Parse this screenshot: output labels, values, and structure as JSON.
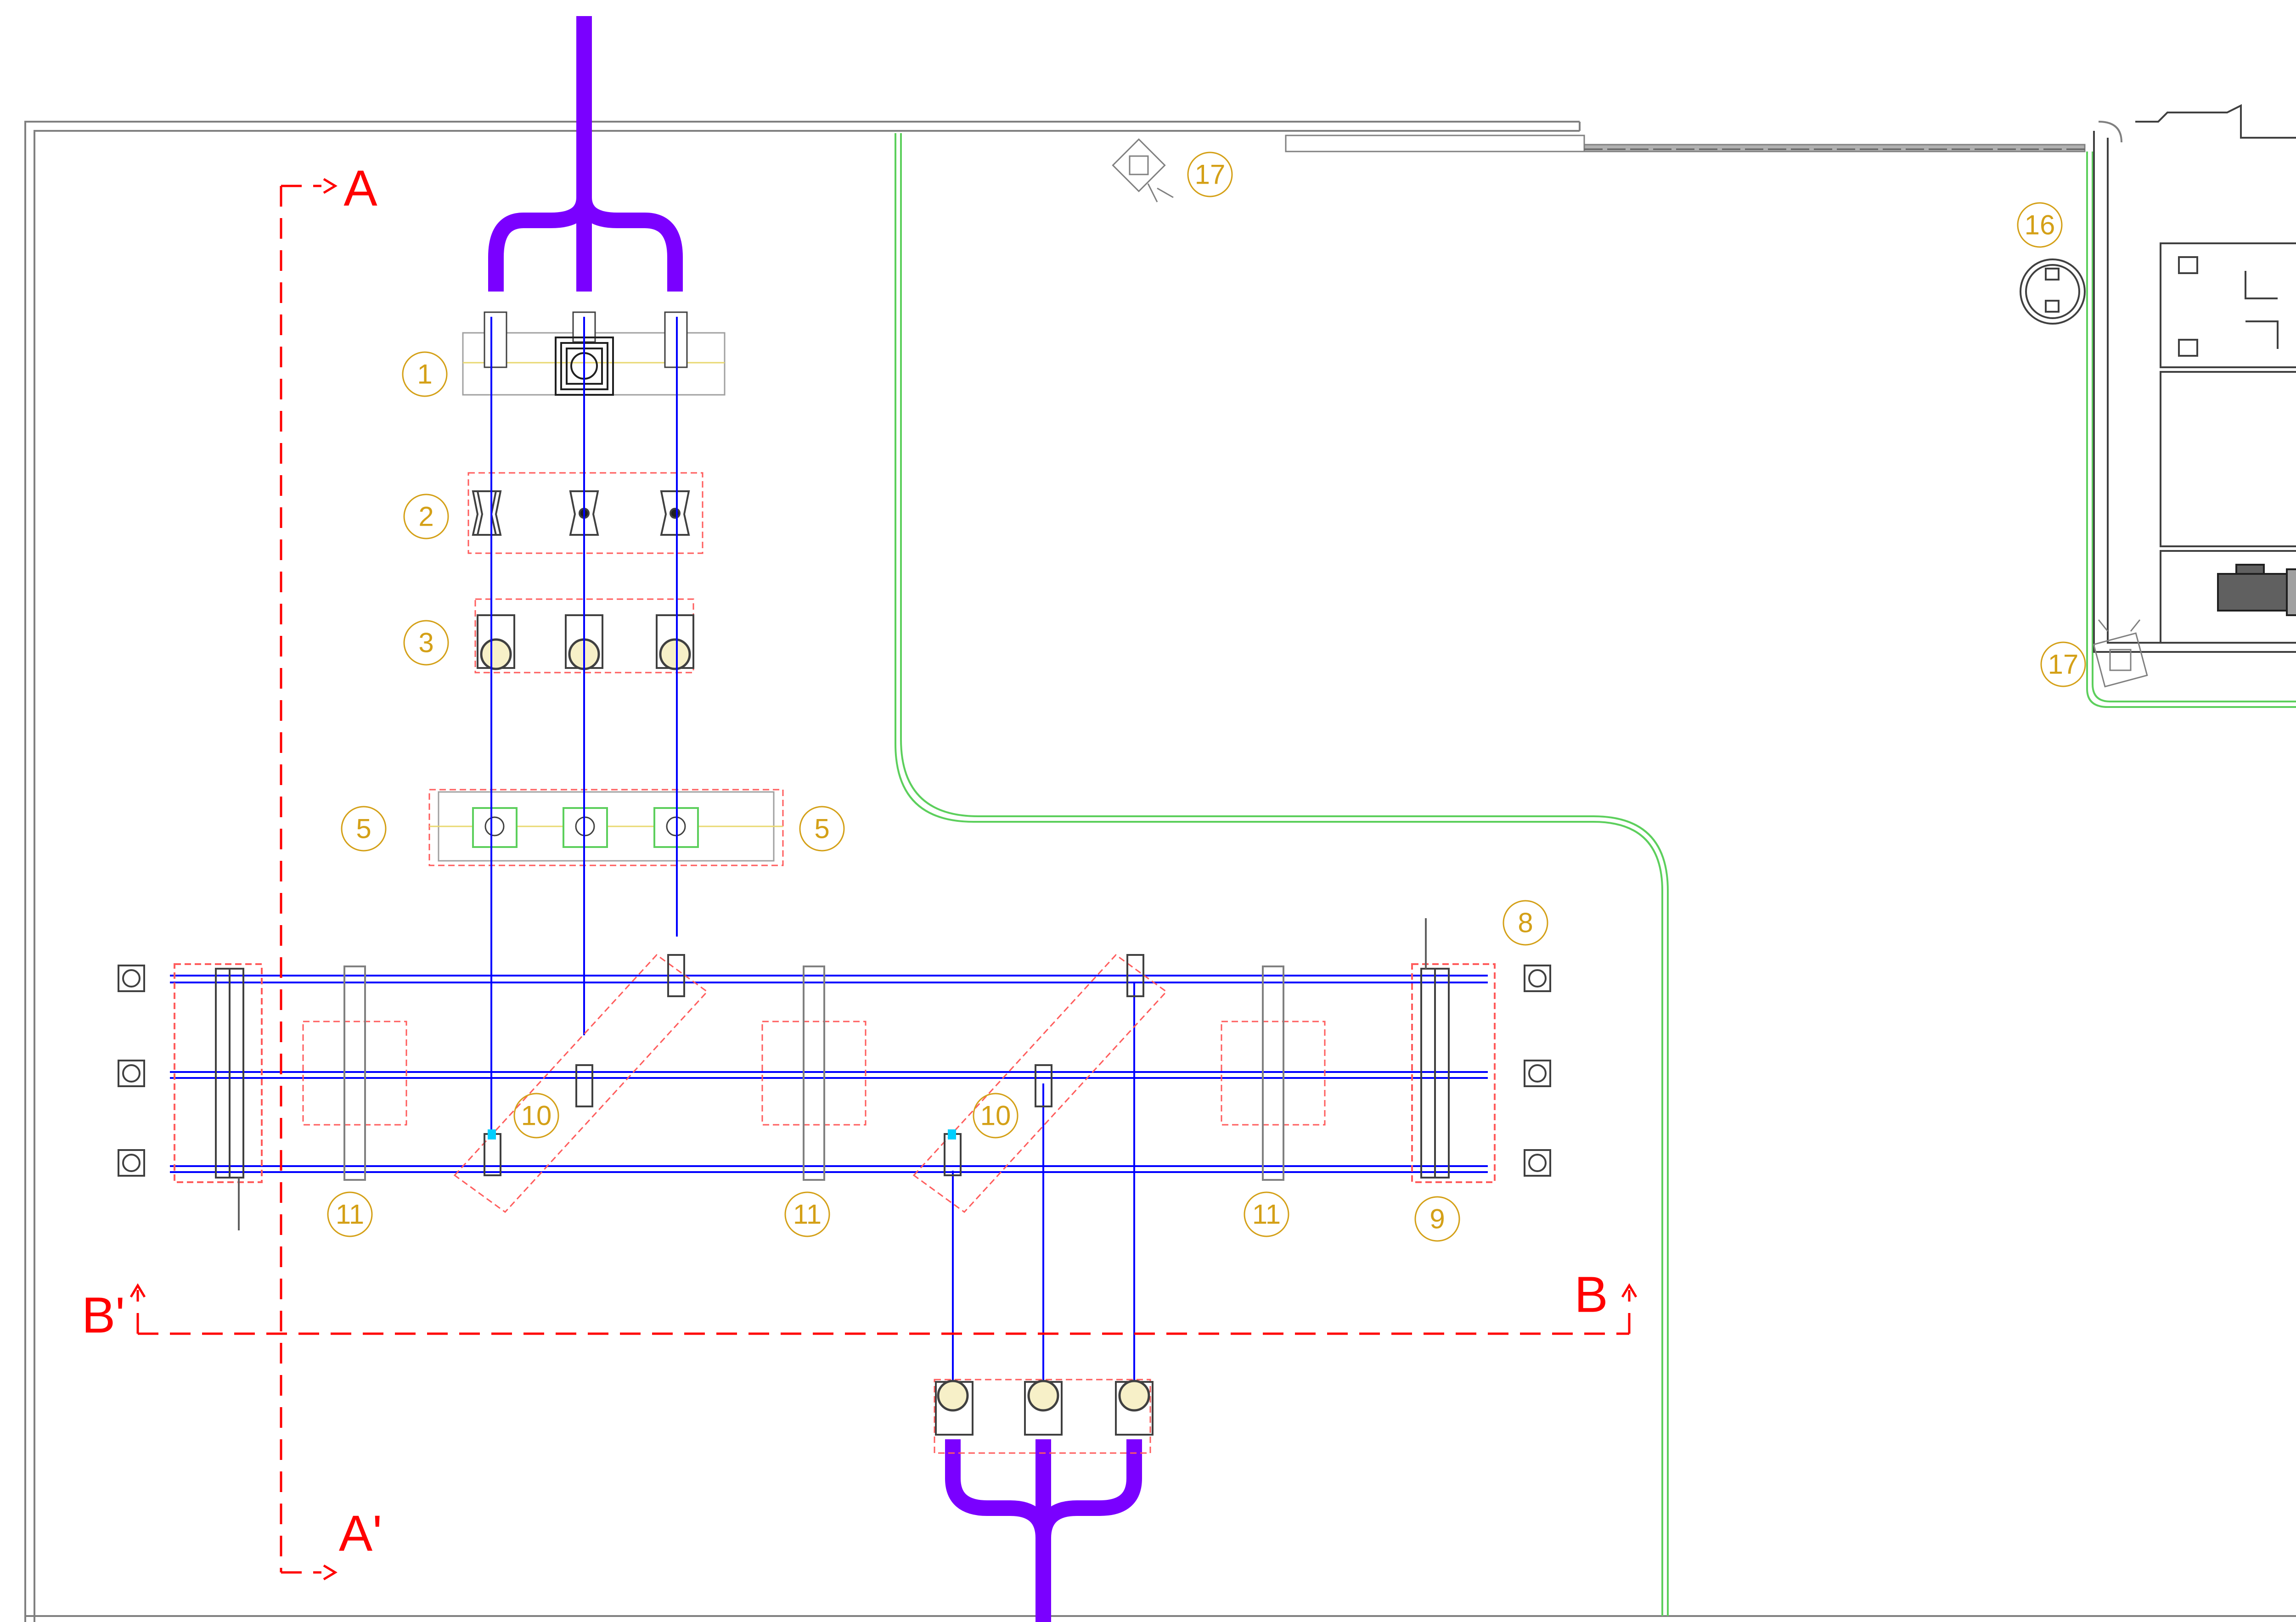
{
  "colors": {
    "background": "#ffffff",
    "feeder_line": "#7a00ff",
    "connector_line": "#0000ff",
    "section_line": "#ff0000",
    "item_tag": "#d4a017",
    "boundary_green": "#5ccf5c",
    "outline_gray": "#808080",
    "dashed_box": "#ff5c5c",
    "accent_cyan": "#00cfff"
  },
  "item_tags": {
    "t1": "1",
    "t2": "2",
    "t3": "3",
    "t5a": "5",
    "t5b": "5",
    "t8": "8",
    "t9": "9",
    "t10a": "10",
    "t10b": "10",
    "t11a": "11",
    "t11b": "11",
    "t11c": "11",
    "t16": "16",
    "t17a": "17",
    "t17b": "17"
  },
  "section_labels": {
    "a_top": "A",
    "a_bottom": "A'",
    "b_left": "B'",
    "b_right": "B"
  },
  "icons": {
    "feeder_top": "cable-feeder-icon",
    "feeder_bottom": "cable-feeder-icon",
    "transformer": "transformer-icon",
    "insulator": "insulator-icon",
    "breaker": "breaker-icon",
    "lightning": "lightning-rod-icon",
    "manhole": "manhole-icon",
    "generator": "generator-icon"
  }
}
